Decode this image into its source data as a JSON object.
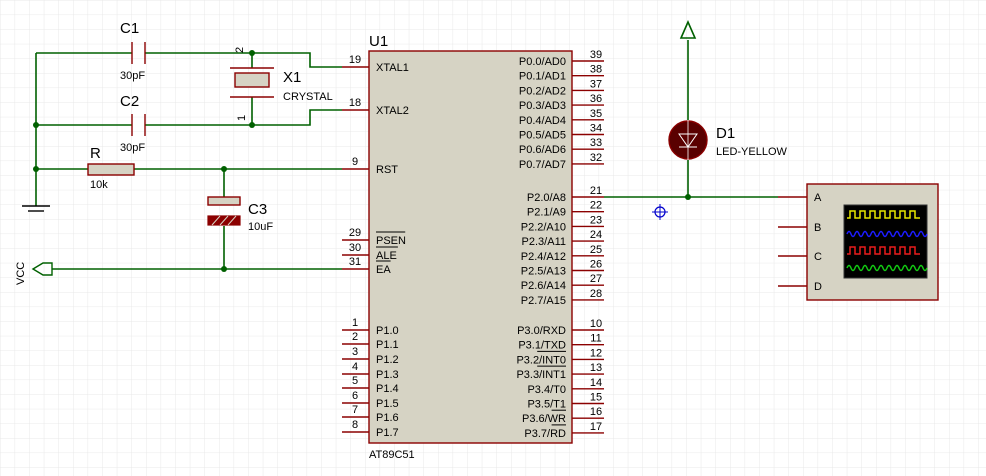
{
  "colors": {
    "wire": "#006000",
    "component": "#8b0000",
    "chip_fill": "#d6d3c4",
    "grid": "#d6d6d6",
    "scope_trace_a": "#e8e800",
    "scope_trace_b": "#1c1cff",
    "scope_trace_c": "#e81c1c",
    "scope_trace_d": "#12c812",
    "cursor": "#0000cc"
  },
  "mcu": {
    "ref": "U1",
    "part": "AT89C51",
    "left_pins": [
      {
        "num": "19",
        "name": "XTAL1"
      },
      {
        "num": "18",
        "name": "XTAL2"
      },
      {
        "num": "9",
        "name": "RST"
      },
      {
        "num": "29",
        "name": "PSEN"
      },
      {
        "num": "30",
        "name": "ALE"
      },
      {
        "num": "31",
        "name": "EA"
      },
      {
        "num": "1",
        "name": "P1.0"
      },
      {
        "num": "2",
        "name": "P1.1"
      },
      {
        "num": "3",
        "name": "P1.2"
      },
      {
        "num": "4",
        "name": "P1.3"
      },
      {
        "num": "5",
        "name": "P1.4"
      },
      {
        "num": "6",
        "name": "P1.5"
      },
      {
        "num": "7",
        "name": "P1.6"
      },
      {
        "num": "8",
        "name": "P1.7"
      }
    ],
    "right_pins": [
      {
        "num": "39",
        "name": "P0.0/AD0"
      },
      {
        "num": "38",
        "name": "P0.1/AD1"
      },
      {
        "num": "37",
        "name": "P0.2/AD2"
      },
      {
        "num": "36",
        "name": "P0.3/AD3"
      },
      {
        "num": "35",
        "name": "P0.4/AD4"
      },
      {
        "num": "34",
        "name": "P0.5/AD5"
      },
      {
        "num": "33",
        "name": "P0.6/AD6"
      },
      {
        "num": "32",
        "name": "P0.7/AD7"
      },
      {
        "num": "21",
        "name": "P2.0/A8"
      },
      {
        "num": "22",
        "name": "P2.1/A9"
      },
      {
        "num": "23",
        "name": "P2.2/A10"
      },
      {
        "num": "24",
        "name": "P2.3/A11"
      },
      {
        "num": "25",
        "name": "P2.4/A12"
      },
      {
        "num": "26",
        "name": "P2.5/A13"
      },
      {
        "num": "27",
        "name": "P2.6/A14"
      },
      {
        "num": "28",
        "name": "P2.7/A15"
      },
      {
        "num": "10",
        "name": "P3.0/RXD"
      },
      {
        "num": "11",
        "name": "P3.1/TXD"
      },
      {
        "num": "12",
        "name": "P3.2/INT0"
      },
      {
        "num": "13",
        "name": "P3.3/INT1"
      },
      {
        "num": "14",
        "name": "P3.4/T0"
      },
      {
        "num": "15",
        "name": "P3.5/T1"
      },
      {
        "num": "16",
        "name": "P3.6/WR"
      },
      {
        "num": "17",
        "name": "P3.7/RD"
      }
    ]
  },
  "components": {
    "c1": {
      "ref": "C1",
      "value": "30pF"
    },
    "c2": {
      "ref": "C2",
      "value": "30pF"
    },
    "x1": {
      "ref": "X1",
      "value": "CRYSTAL",
      "pin_a": "2",
      "pin_b": "1"
    },
    "r": {
      "ref": "R",
      "value": "10k"
    },
    "c3": {
      "ref": "C3",
      "value": "10uF"
    },
    "d1": {
      "ref": "D1",
      "value": "LED-YELLOW"
    },
    "vcc": {
      "label": "VCC"
    }
  },
  "scope": {
    "channels": [
      "A",
      "B",
      "C",
      "D"
    ]
  }
}
